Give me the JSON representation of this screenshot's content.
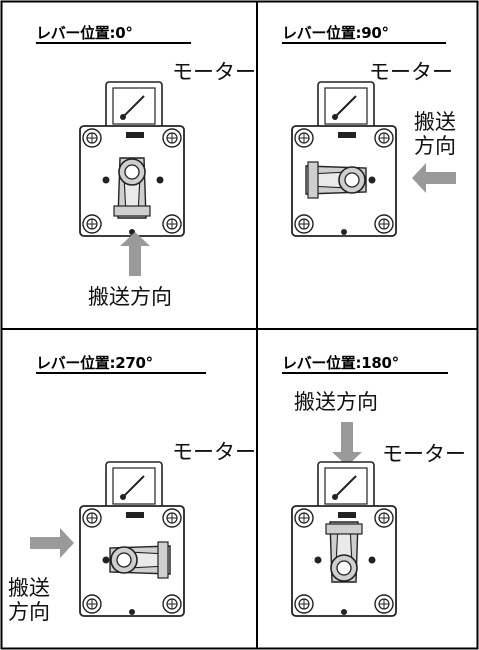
{
  "panels": [
    {
      "heading": "レバー位置:0°",
      "motor_label": "モーター",
      "direction_label": "搬送方向"
    },
    {
      "heading": "レバー位置:90°",
      "motor_label": "モーター",
      "direction_label_line1": "搬送",
      "direction_label_line2": "方向"
    },
    {
      "heading": "レバー位置:270°",
      "motor_label": "モーター",
      "direction_label_line1": "搬送",
      "direction_label_line2": "方向"
    },
    {
      "heading": "レバー位置:180°",
      "motor_label": "モーター",
      "direction_label": "搬送方向"
    }
  ],
  "colors": {
    "border": "#000000",
    "arrow_fill": "#9a9a9a",
    "body_fill": "#ffffff",
    "lever_fill": "#cfcfcf",
    "line": "#222222"
  }
}
